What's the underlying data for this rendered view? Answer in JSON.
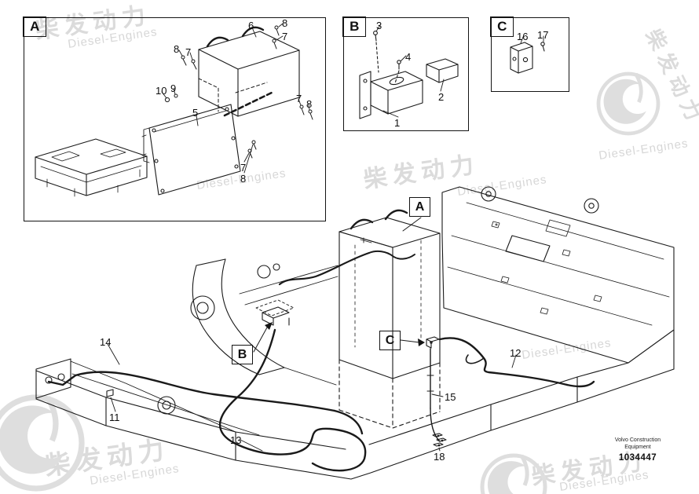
{
  "watermark": {
    "brand_cn": "柴发动力",
    "brand_en": "Diesel-Engines"
  },
  "footer": {
    "company_line1": "Volvo Construction",
    "company_line2": "Equipment",
    "drawing_number": "1034447"
  },
  "detail_views": {
    "a": {
      "label": "A",
      "callouts": [
        "6",
        "8",
        "7",
        "8",
        "7",
        "10",
        "9",
        "5",
        "7",
        "8",
        "7",
        "8"
      ]
    },
    "b": {
      "label": "B",
      "callouts": [
        "3",
        "4",
        "2",
        "1"
      ]
    },
    "c": {
      "label": "C",
      "callouts": [
        "16",
        "17"
      ]
    }
  },
  "main_view": {
    "ref_labels": {
      "a": "A",
      "b": "B",
      "c": "C"
    },
    "callouts": [
      "14",
      "11",
      "13",
      "12",
      "15",
      "18"
    ]
  }
}
